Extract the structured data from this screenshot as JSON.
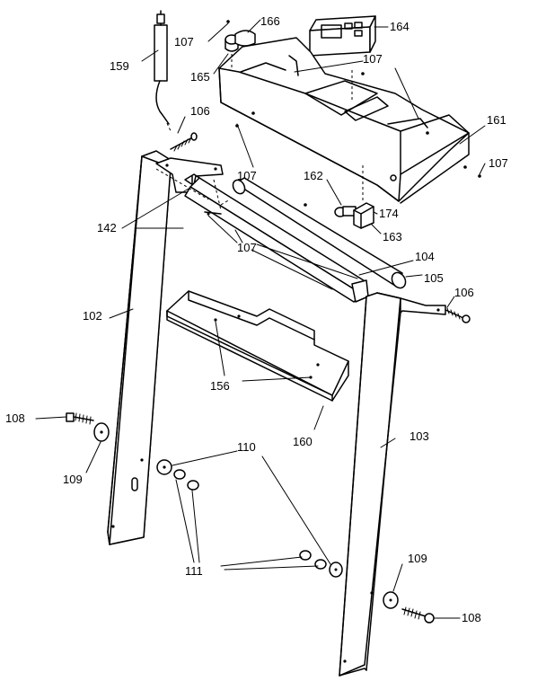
{
  "labels": [
    {
      "id": "166",
      "text": "166"
    },
    {
      "id": "164",
      "text": "164"
    },
    {
      "id": "107a",
      "text": "107"
    },
    {
      "id": "159",
      "text": "159"
    },
    {
      "id": "165",
      "text": "165"
    },
    {
      "id": "107b",
      "text": "107"
    },
    {
      "id": "106a",
      "text": "106"
    },
    {
      "id": "161",
      "text": "161"
    },
    {
      "id": "107c",
      "text": "107"
    },
    {
      "id": "107d",
      "text": "107"
    },
    {
      "id": "162",
      "text": "162"
    },
    {
      "id": "174",
      "text": "174"
    },
    {
      "id": "142",
      "text": "142"
    },
    {
      "id": "163",
      "text": "163"
    },
    {
      "id": "107e",
      "text": "107"
    },
    {
      "id": "104",
      "text": "104"
    },
    {
      "id": "105",
      "text": "105"
    },
    {
      "id": "106b",
      "text": "106"
    },
    {
      "id": "102",
      "text": "102"
    },
    {
      "id": "156",
      "text": "156"
    },
    {
      "id": "108a",
      "text": "108"
    },
    {
      "id": "103",
      "text": "103"
    },
    {
      "id": "160",
      "text": "160"
    },
    {
      "id": "109a",
      "text": "109"
    },
    {
      "id": "110",
      "text": "110"
    },
    {
      "id": "111",
      "text": "111"
    },
    {
      "id": "109b",
      "text": "109"
    },
    {
      "id": "108b",
      "text": "108"
    }
  ]
}
